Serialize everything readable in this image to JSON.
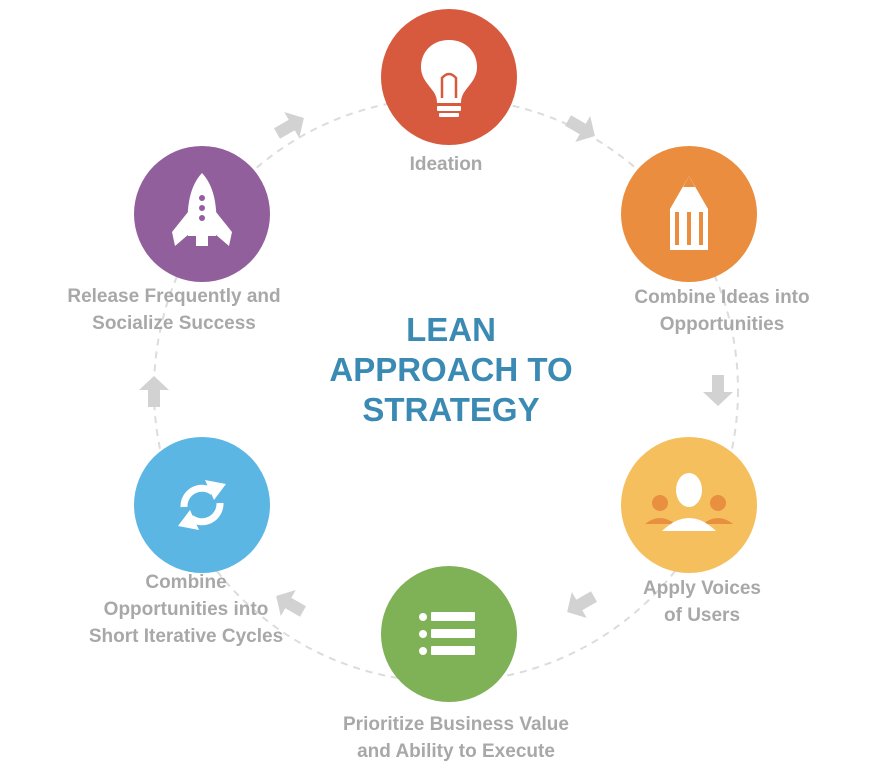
{
  "title": {
    "lines": [
      "LEAN",
      "APPROACH TO",
      "STRATEGY"
    ]
  },
  "colors": {
    "title": "#3a8ab3",
    "label": "#a8a8a8",
    "connector": "#d6d6d6",
    "arrow": "#d2d2d2",
    "ideation": "#d75a3f",
    "combine_ideas": "#ea8d3e",
    "voices": "#f5bf5e",
    "voices_people": "#e8903f",
    "prioritize": "#7fb257",
    "cycles": "#5bb6e3",
    "release": "#925f9d"
  },
  "steps": [
    {
      "id": "ideation",
      "icon": "lightbulb-icon",
      "label": [
        "Ideation"
      ]
    },
    {
      "id": "combine-ideas",
      "icon": "pencil-icon",
      "label": [
        "Combine Ideas into",
        "Opportunities"
      ]
    },
    {
      "id": "apply-voices",
      "icon": "users-icon",
      "label": [
        "Apply Voices",
        "of Users"
      ]
    },
    {
      "id": "prioritize",
      "icon": "list-icon",
      "label": [
        "Prioritize Business Value",
        "and Ability to Execute"
      ]
    },
    {
      "id": "iterative-cycles",
      "icon": "refresh-icon",
      "label": [
        "Combine",
        "Opportunities into",
        "Short Iterative Cycles"
      ]
    },
    {
      "id": "release",
      "icon": "rocket-icon",
      "label": [
        "Release Frequently and",
        "Socialize Success"
      ]
    }
  ]
}
